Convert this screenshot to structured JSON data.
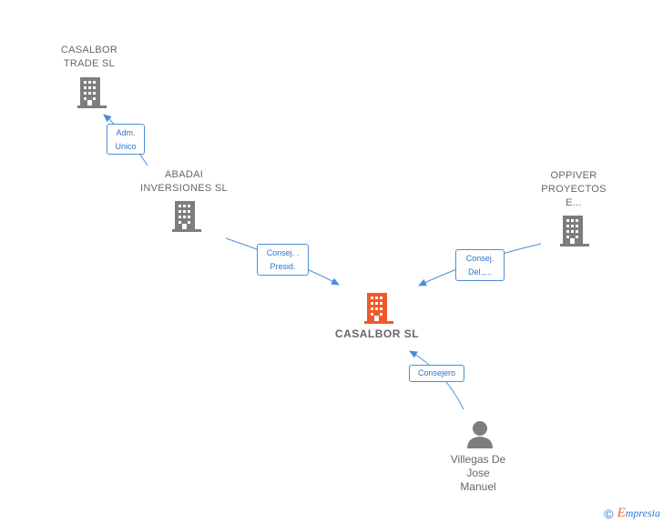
{
  "colors": {
    "company": "#7d7d7d",
    "main_company": "#f05a28",
    "person": "#7d7d7d",
    "edge": "#4a8fd4",
    "edge_label_text": "#2e74c6"
  },
  "nodes": {
    "casalbor_trade": {
      "label": "CASALBOR\nTRADE SL",
      "icon": "building-icon"
    },
    "abadai": {
      "label": "ABADAI\nINVERSIONES SL",
      "icon": "building-icon"
    },
    "oppiver": {
      "label": "OPPIVER\nPROYECTOS\nE...",
      "icon": "building-icon"
    },
    "casalbor": {
      "label": "CASALBOR SL",
      "icon": "building-icon"
    },
    "villegas": {
      "label": "Villegas De\nJose\nManuel",
      "icon": "person-icon"
    }
  },
  "edges": {
    "adm_unico": {
      "label": "Adm.\nUnico"
    },
    "consej_presid": {
      "label": "Consej. .\nPresid."
    },
    "consej_del": {
      "label": "Consej.\nDel.,..."
    },
    "consejero": {
      "label": "Consejero"
    }
  },
  "footer": {
    "copyright": "©",
    "brand_first": "E",
    "brand_rest": "mpresia"
  }
}
